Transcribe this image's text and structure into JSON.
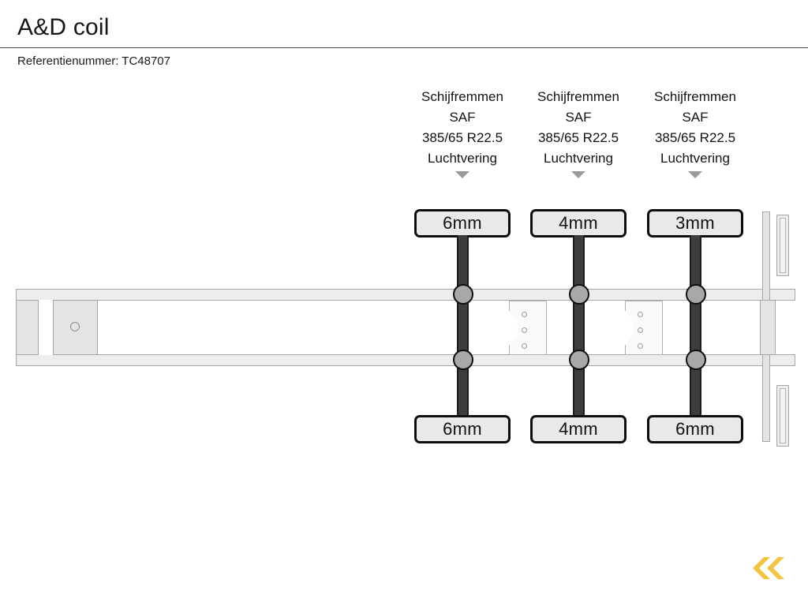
{
  "header": {
    "title": "A&D coil",
    "reference_label": "Referentienummer:",
    "reference_value": "TC48707",
    "reference_line": "Referentienummer: TC48707"
  },
  "diagram": {
    "type": "trailer-axle-schematic",
    "vehicle": "semi-trailer coil carrier",
    "axle_specs": [
      {
        "brakes": "Schijfremmen",
        "make": "SAF",
        "tyre_size": "385/65 R22.5",
        "suspension": "Luchtvering",
        "pointer": "down-triangle"
      },
      {
        "brakes": "Schijfremmen",
        "make": "SAF",
        "tyre_size": "385/65 R22.5",
        "suspension": "Luchtvering",
        "pointer": "down-triangle"
      },
      {
        "brakes": "Schijfremmen",
        "make": "SAF",
        "tyre_size": "385/65 R22.5",
        "suspension": "Luchtvering",
        "pointer": "down-triangle"
      }
    ],
    "tread_depths": {
      "top_row": [
        "6mm",
        "4mm",
        "3mm"
      ],
      "bottom_row": [
        "6mm",
        "4mm",
        "6mm"
      ]
    },
    "bracket_bolt_count": 3,
    "bracket_count": 2,
    "kingpin": "o"
  },
  "footer": {
    "prev_label": "«",
    "prev_icon": "double-chevron-left-icon"
  },
  "colors": {
    "accent": "#F5C342",
    "rail_fill": "#EDEDED",
    "rail_stroke": "#A6A6A6",
    "axle_beam": "#3D3D3D",
    "hub_fill": "#A8A8A8",
    "label_fill": "#E9E9E9",
    "label_stroke": "#0D0D0D",
    "text": "#1A1A1A",
    "pointer": "#9A9A9A"
  }
}
